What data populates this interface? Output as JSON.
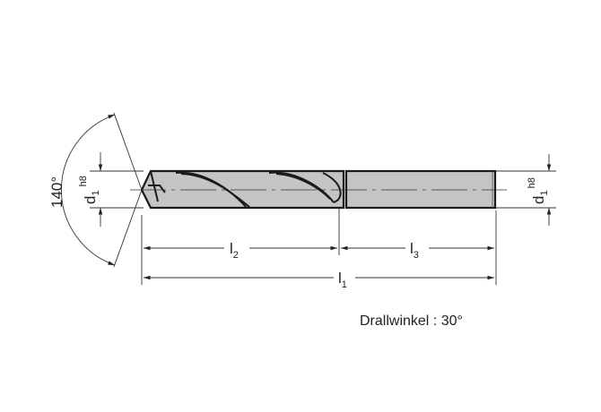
{
  "drawing": {
    "angle_label": "140°",
    "d_main": "d",
    "d_sub": "1",
    "d_tol": "h8",
    "l_main": "l",
    "l1_sub": "1",
    "l2_sub": "2",
    "l3_sub": "3",
    "helix_note": "Drallwinkel :  30°"
  },
  "colors": {
    "body": "#c4c4c4",
    "outline": "#1a1a1a"
  }
}
